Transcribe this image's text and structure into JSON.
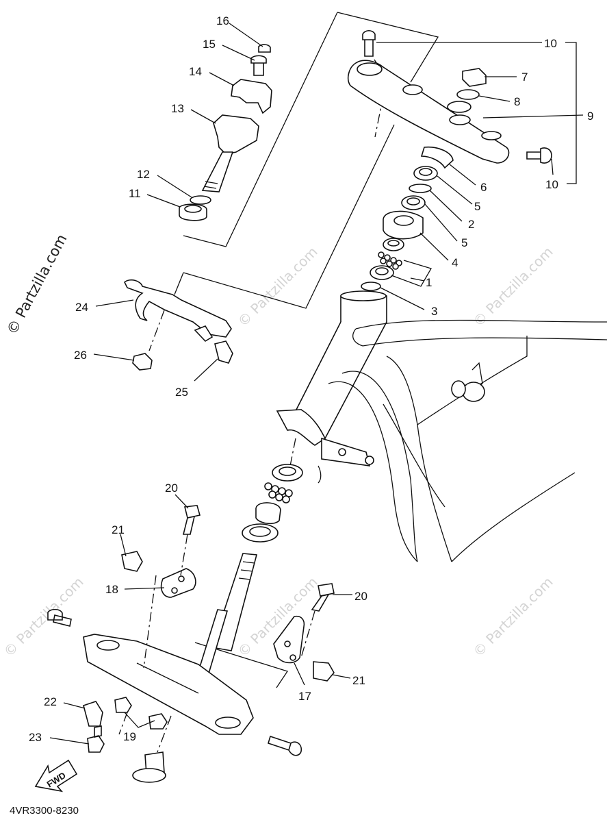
{
  "watermark": "© Partzilla.com",
  "diagram_code": "4VR3300-8230",
  "fwd_label": "FWD",
  "labels": {
    "l1": "1",
    "l2": "2",
    "l3": "3",
    "l4": "4",
    "l5a": "5",
    "l5b": "5",
    "l6": "6",
    "l7": "7",
    "l8": "8",
    "l9": "9",
    "l10a": "10",
    "l10b": "10",
    "l11": "11",
    "l12": "12",
    "l13": "13",
    "l14": "14",
    "l15": "15",
    "l16": "16",
    "l17": "17",
    "l18": "18",
    "l19": "19",
    "l20a": "20",
    "l20b": "20",
    "l21a": "21",
    "l21b": "21",
    "l22": "22",
    "l23": "23",
    "l24": "24",
    "l25": "25",
    "l26": "26"
  }
}
